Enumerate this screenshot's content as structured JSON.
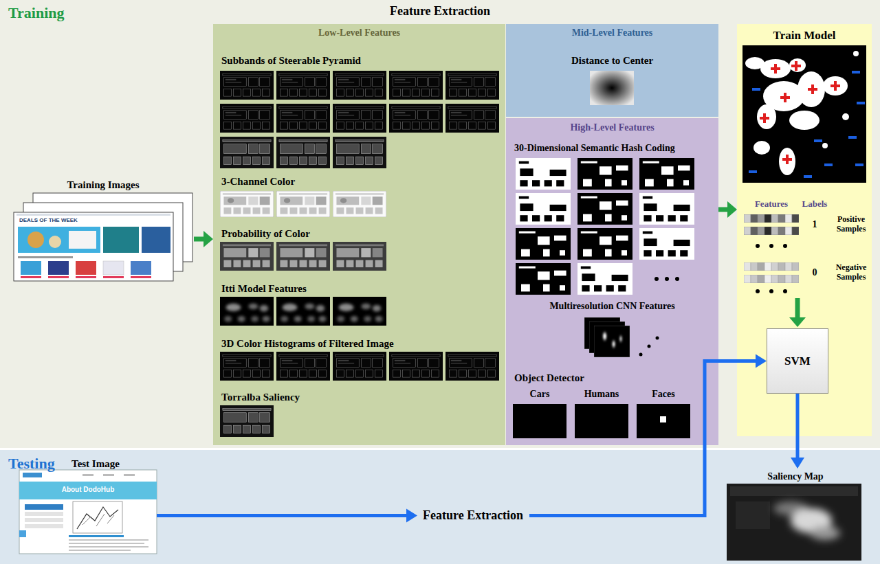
{
  "diagram": {
    "title": "Feature Extraction",
    "nodes": [
      {
        "text": [
          "Training"
        ]
      },
      {
        "text": [
          "Training Images"
        ],
        "in": 0
      },
      {
        "text": [
          "Low-Level Features",
          "Subbands of Steerable Pyramid",
          "3-Channel Color",
          "Probability of Color",
          "Itti Model Features",
          "3D Color Histograms of Filtered Image",
          "Torralba Saliency"
        ],
        "in": 0
      },
      {
        "text": [
          "Mid-Level Features",
          "Distance to Center"
        ],
        "in": 0
      },
      {
        "text": [
          "High-Level Features",
          "30-Dimensional Semantic Hash Coding",
          "Multiresolution CNN Features",
          "Object Detector",
          "Cars",
          "Humans",
          "Faces"
        ],
        "in": 0
      },
      {
        "text": [
          "Train Model",
          "Features",
          "Labels",
          "1",
          "Positive Samples",
          "0",
          "Negative Samples"
        ],
        "in": 0
      },
      {
        "text": [
          "SVM"
        ],
        "in": 5
      },
      {
        "text": [
          "Testing"
        ]
      },
      {
        "text": [
          "Test Image"
        ],
        "in": 7
      },
      {
        "text": [
          "Feature Extraction"
        ],
        "in": 7
      },
      {
        "text": [
          "Saliency Map"
        ],
        "in": 7
      }
    ],
    "edges": [
      {
        "from": 1,
        "to": 2,
        "arrow": "to"
      },
      {
        "from": 4,
        "to": 5,
        "arrow": "to"
      },
      {
        "from": 8,
        "to": 9,
        "arrow": "to"
      },
      {
        "from": 9,
        "to": 6,
        "arrow": "to"
      },
      {
        "from": 6,
        "to": 10,
        "arrow": "to"
      }
    ],
    "labels": [
      "DEALS OF THE WEEK",
      "About DodoHub"
    ]
  }
}
